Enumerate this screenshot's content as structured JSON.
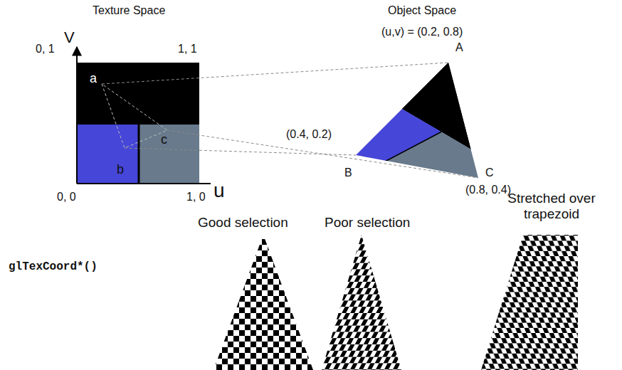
{
  "diagram": {
    "labels": [
      "Texture Space",
      "Object Space",
      "V",
      "0, 1",
      "1, 1",
      "(u,v) = (0.2, 0.8)",
      "A",
      "a",
      "c",
      "(0.4, 0.2)",
      "b",
      "B",
      "C",
      "0, 0",
      "1, 0",
      "u",
      "(0.8, 0.4)",
      "Stretched over trapezoid",
      "Good selection",
      "Poor selection",
      "glTexCoord*()"
    ]
  }
}
